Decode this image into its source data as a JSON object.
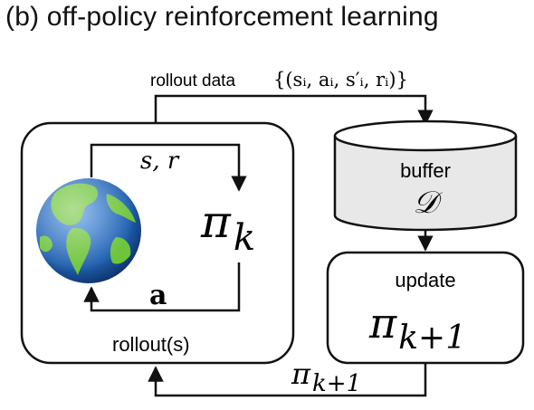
{
  "title": "(b) off-policy reinforcement learning",
  "rollout_label": "rollout data",
  "rollout_set": "{(sᵢ, aᵢ, s′ᵢ, rᵢ)}",
  "state_reward": "s, r",
  "action": "a",
  "policy_symbol": "π",
  "policy_sub": "k",
  "rollouts_label": "rollout(s)",
  "buffer_label": "buffer",
  "buffer_symbol": "𝒟",
  "update_label": "update",
  "new_policy_sub": "k+1",
  "icons": {
    "environment": "globe-icon"
  },
  "colors": {
    "stroke": "#111111",
    "buffer_fill": "#e8e8e8",
    "ocean": "#1f5fae",
    "land": "#6ec43a"
  }
}
